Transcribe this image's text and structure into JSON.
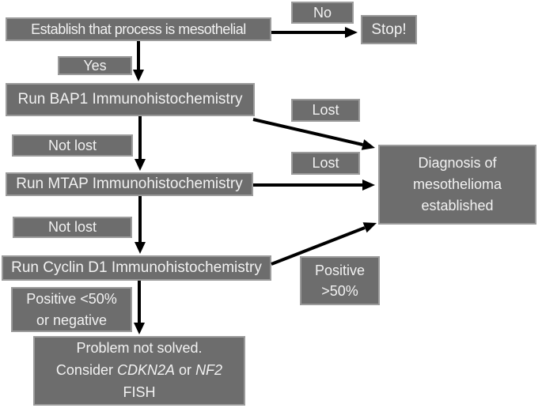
{
  "figure": {
    "type": "flowchart",
    "background": "#ffffff",
    "colors": {
      "node_fill": "#6d6d6d",
      "node_border": "#9b9b9b",
      "node_text": "#f2f2f2",
      "arrow": "#000000"
    },
    "nodes": {
      "establish": {
        "label": "Establish that process is mesothelial"
      },
      "no": {
        "label": "No"
      },
      "stop": {
        "label": "Stop!"
      },
      "yes": {
        "label": "Yes"
      },
      "bap1": {
        "label": "Run BAP1 Immunohistochemistry"
      },
      "not_lost_bap1": {
        "label": "Not lost"
      },
      "mtap": {
        "label": "Run MTAP Immunohistochemistry"
      },
      "not_lost_mtap": {
        "label": "Not lost"
      },
      "cyclin_d1": {
        "label": "Run Cyclin D1 Immunohistochemistry"
      },
      "positive_lt_50": {
        "line1": "Positive <50%",
        "line2": "or negative"
      },
      "lost_bap1": {
        "label": "Lost"
      },
      "lost_mtap": {
        "label": "Lost"
      },
      "positive_gt_50": {
        "line1": "Positive",
        "line2": ">50%"
      },
      "diagnosis": {
        "line1": "Diagnosis of",
        "line2": "mesothelioma",
        "line3": "established"
      },
      "problem": {
        "line1": "Problem not solved.",
        "line2_text1": "Consider",
        "line2_gene1": "CDKN2A",
        "line2_text2": "or",
        "line2_gene2": "NF2",
        "line3": "FISH"
      }
    },
    "edges": [
      {
        "from": "establish",
        "to": "stop",
        "label": "No"
      },
      {
        "from": "establish",
        "to": "bap1",
        "label": "Yes"
      },
      {
        "from": "bap1",
        "to": "mtap",
        "label": "Not lost"
      },
      {
        "from": "bap1",
        "to": "diagnosis",
        "label": "Lost"
      },
      {
        "from": "mtap",
        "to": "cyclin_d1",
        "label": "Not lost"
      },
      {
        "from": "mtap",
        "to": "diagnosis",
        "label": "Lost"
      },
      {
        "from": "cyclin_d1",
        "to": "problem",
        "label": "Positive <50% or negative"
      },
      {
        "from": "cyclin_d1",
        "to": "diagnosis",
        "label": "Positive >50%"
      }
    ]
  }
}
